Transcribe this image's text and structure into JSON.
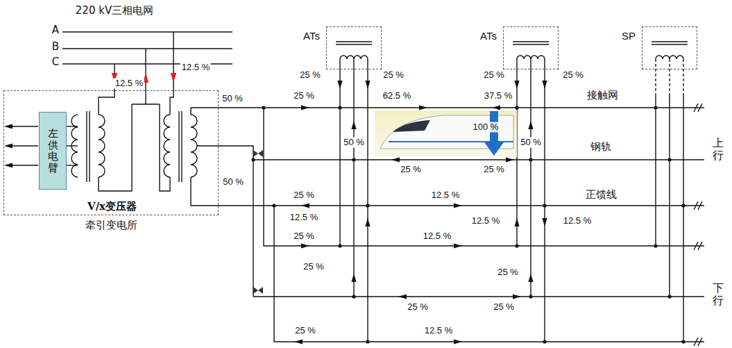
{
  "diagram": {
    "nodes": [
      {
        "text": [
          "V/x变压器",
          "牵引变电所"
        ]
      },
      {
        "text": [
          "左供电臂"
        ],
        "in": 0
      },
      {
        "text": [
          "ATs"
        ]
      },
      {
        "text": [
          "ATs"
        ]
      },
      {
        "text": [
          "SP"
        ]
      }
    ],
    "labels": [
      "220 kV三相电网",
      "A",
      "B",
      "C",
      "12.5 %",
      "12.5 %",
      "50 %",
      "50 %",
      "25 %",
      "25 %",
      "25 %",
      "25 %",
      "25 %",
      "62.5 %",
      "37.5 %",
      "接触网",
      "50 %",
      "100 %",
      "50 %",
      "钢轨",
      "上行",
      "25 %",
      "25 %",
      "25 %",
      "12.5 %",
      "正馈线",
      "12.5 %",
      "12.5 %",
      "12.5 %",
      "25 %",
      "12.5 %",
      "25 %",
      "25 %",
      "下行",
      "25 %",
      "25 %",
      "25 %",
      "12.5 %"
    ]
  }
}
